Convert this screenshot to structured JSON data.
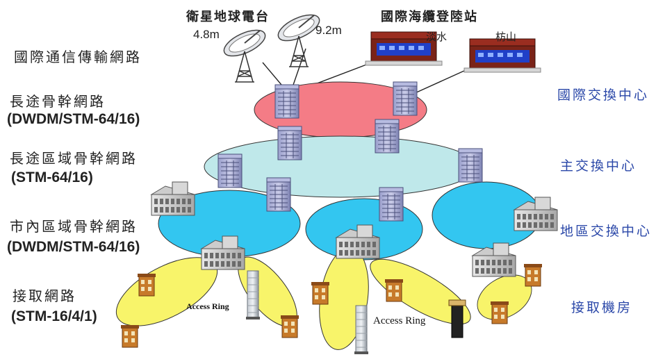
{
  "top_labels": {
    "satellite_station": "衛星地球電台",
    "sat_dish_a_size": "4.8m",
    "sat_dish_b_size": "9.2m",
    "cable_landing": "國際海纜登陸站",
    "landing_a": "淡水",
    "landing_b": "枋山"
  },
  "layers": {
    "international": "國際通信傳輸網路",
    "longhaul_title": "長途骨幹網路",
    "longhaul_spec": "(DWDM/STM-64/16)",
    "regional_longhaul_title": "長途區域骨幹網路",
    "regional_longhaul_spec": "(STM-64/16)",
    "metro_title": "市內區域骨幹網路",
    "metro_spec": "(DWDM/STM-64/16)",
    "access_title": "接取網路",
    "access_spec": "(STM-16/4/1)"
  },
  "centers": {
    "international_exchange": "國際交換中心",
    "main_exchange": "主交換中心",
    "regional_exchange": "地區交換中心",
    "access_room": "接取機房"
  },
  "access_ring_labels": {
    "ring_a": "Access Ring",
    "ring_b": "Access Ring"
  },
  "colors": {
    "international_ring": "#f47c86",
    "main_ring": "#bfe8ea",
    "regional_ring": "#33c6f0",
    "access_ring": "#f8f46a",
    "label_blue": "#2a47a8"
  }
}
